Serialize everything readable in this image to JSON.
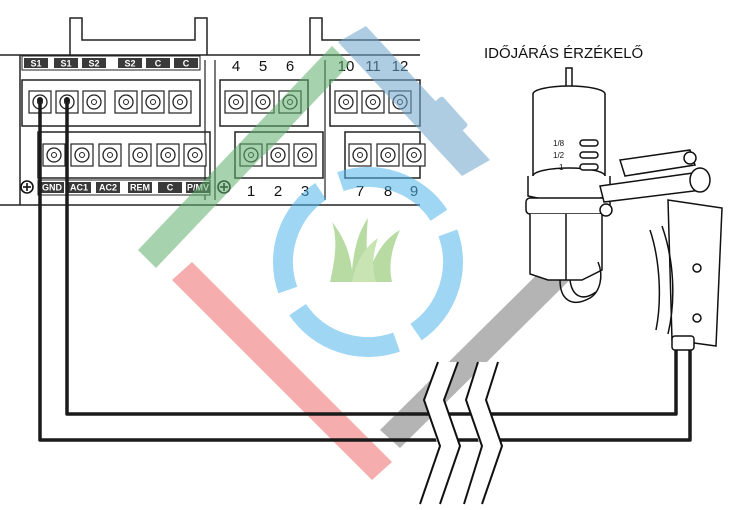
{
  "sensor": {
    "title": "IDŐJÁRÁS ÉRZÉKELŐ",
    "scale": [
      "1/8",
      "1/2",
      "1"
    ]
  },
  "top_tags": [
    "S1",
    "S1",
    "S2",
    "S2",
    "C",
    "C"
  ],
  "bottom_tags": [
    "GND",
    "AC1",
    "AC2",
    "REM",
    "C",
    "P/MV"
  ],
  "zones_top": [
    "4",
    "5",
    "6",
    "10",
    "11",
    "12"
  ],
  "zones_bottom": [
    "1",
    "2",
    "3",
    "7",
    "8",
    "9"
  ],
  "colors": {
    "wire": "#1a1a1a",
    "stripe_blue": "#6fa6cc",
    "stripe_green": "#5fae6c",
    "stripe_red": "#f06b6b",
    "stripe_gray": "#777777",
    "ring": "#4fb6ea",
    "grass": "#7fbf5a"
  },
  "icons": [
    "ground-icon",
    "ground-icon",
    "grass-icon",
    "wire-break-icon"
  ]
}
